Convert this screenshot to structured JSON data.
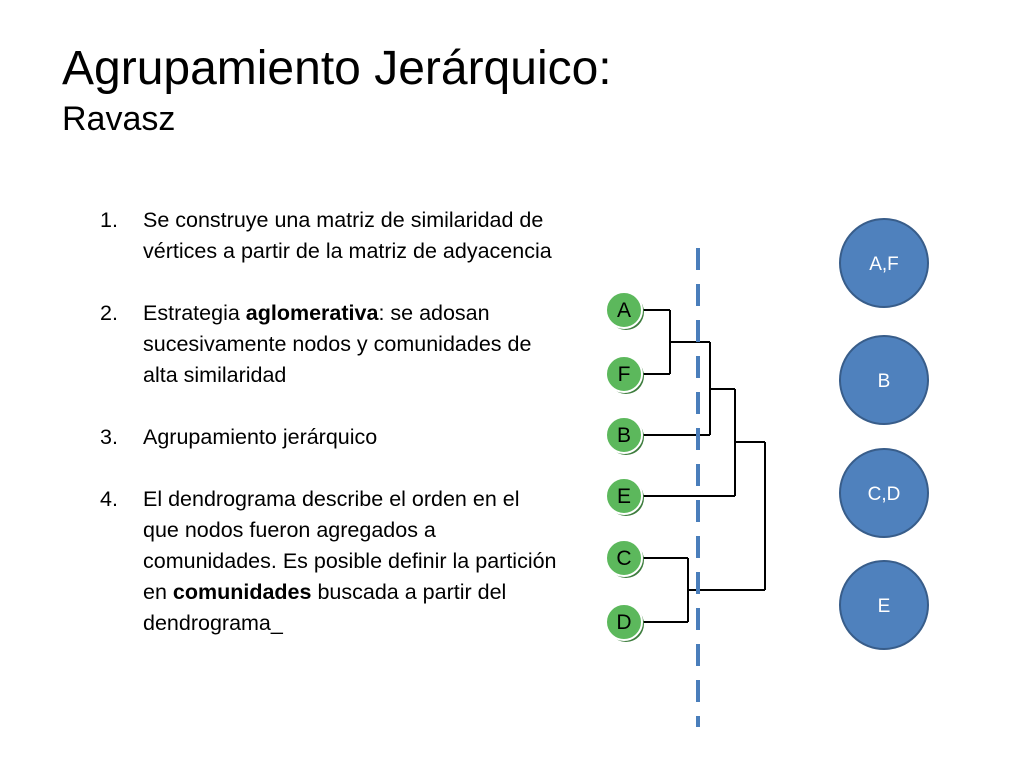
{
  "title": {
    "main": "Agrupamiento Jerárquico:",
    "sub": "Ravasz"
  },
  "list": [
    {
      "num": "1.",
      "parts": [
        {
          "text": "Se construye una matriz de similaridad de vértices a partir de la matriz de adyacencia",
          "bold": false
        }
      ]
    },
    {
      "num": "2.",
      "parts": [
        {
          "text": "Estrategia ",
          "bold": false
        },
        {
          "text": "aglomerativa",
          "bold": true
        },
        {
          "text": ": se adosan sucesivamente nodos y comunidades de alta similaridad",
          "bold": false
        }
      ]
    },
    {
      "num": "3.",
      "parts": [
        {
          "text": "Agrupamiento jerárquico",
          "bold": false
        }
      ]
    },
    {
      "num": "4.",
      "parts": [
        {
          "text": "El dendrograma describe el orden en el que nodos fueron agregados a comunidades. Es posible definir la partición en ",
          "bold": false
        },
        {
          "text": "comunidades",
          "bold": true
        },
        {
          "text": " buscada a partir del dendrograma_",
          "bold": false
        }
      ]
    }
  ],
  "leaves": [
    "A",
    "F",
    "B",
    "E",
    "C",
    "D"
  ],
  "communities": [
    "A,F",
    "B",
    "C,D",
    "E"
  ],
  "colors": {
    "leaf_fill": "#5cb85c",
    "leaf_shadow": "#3e7d3e",
    "cut_line": "#4a7ebb",
    "community_fill": "#4f81bd",
    "community_stroke": "#385d8a"
  }
}
